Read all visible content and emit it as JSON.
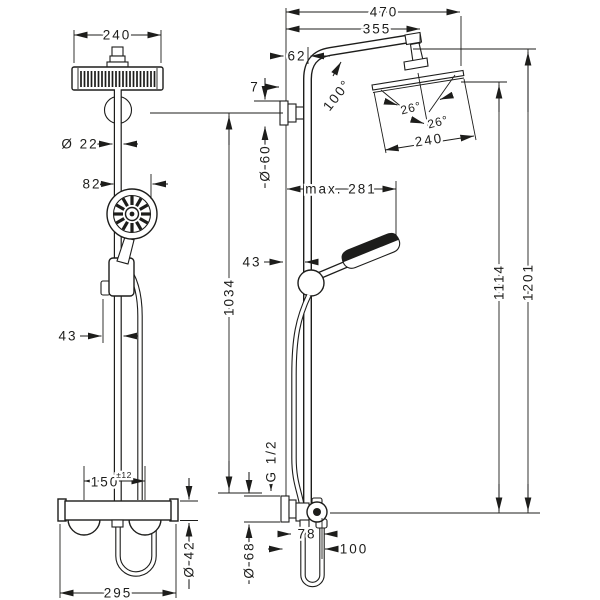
{
  "drawing": {
    "title": "shower system technical dimension drawing",
    "front_view": {
      "head_width": "240",
      "pipe_diameter": "Ø 22",
      "handshower_offset": "82",
      "slider_width": "43",
      "valve_centers": "150",
      "valve_centers_tolerance": "±12",
      "valve_width": "295",
      "valve_diameter": "Ø 42"
    },
    "side_view": {
      "total_depth": "470",
      "arm_depth": "355",
      "pipe_offset": "62",
      "bracket_offset": "7",
      "arm_angle": "100°",
      "spray_angle_left": "26°",
      "spray_angle_right": "26°",
      "head_length": "240",
      "bracket_diameter": "Ø 60",
      "max_reach": "max. 281",
      "holder_offset": "43",
      "rail_height": "1034",
      "height_to_head": "1114",
      "total_height": "1201",
      "connection_thread": "G 1/2",
      "escutcheon_diameter": "Ø 68",
      "valve_depth_front": "78",
      "valve_depth_total": "100"
    },
    "line_color": "#1d1d1b",
    "background": "#ffffff"
  }
}
